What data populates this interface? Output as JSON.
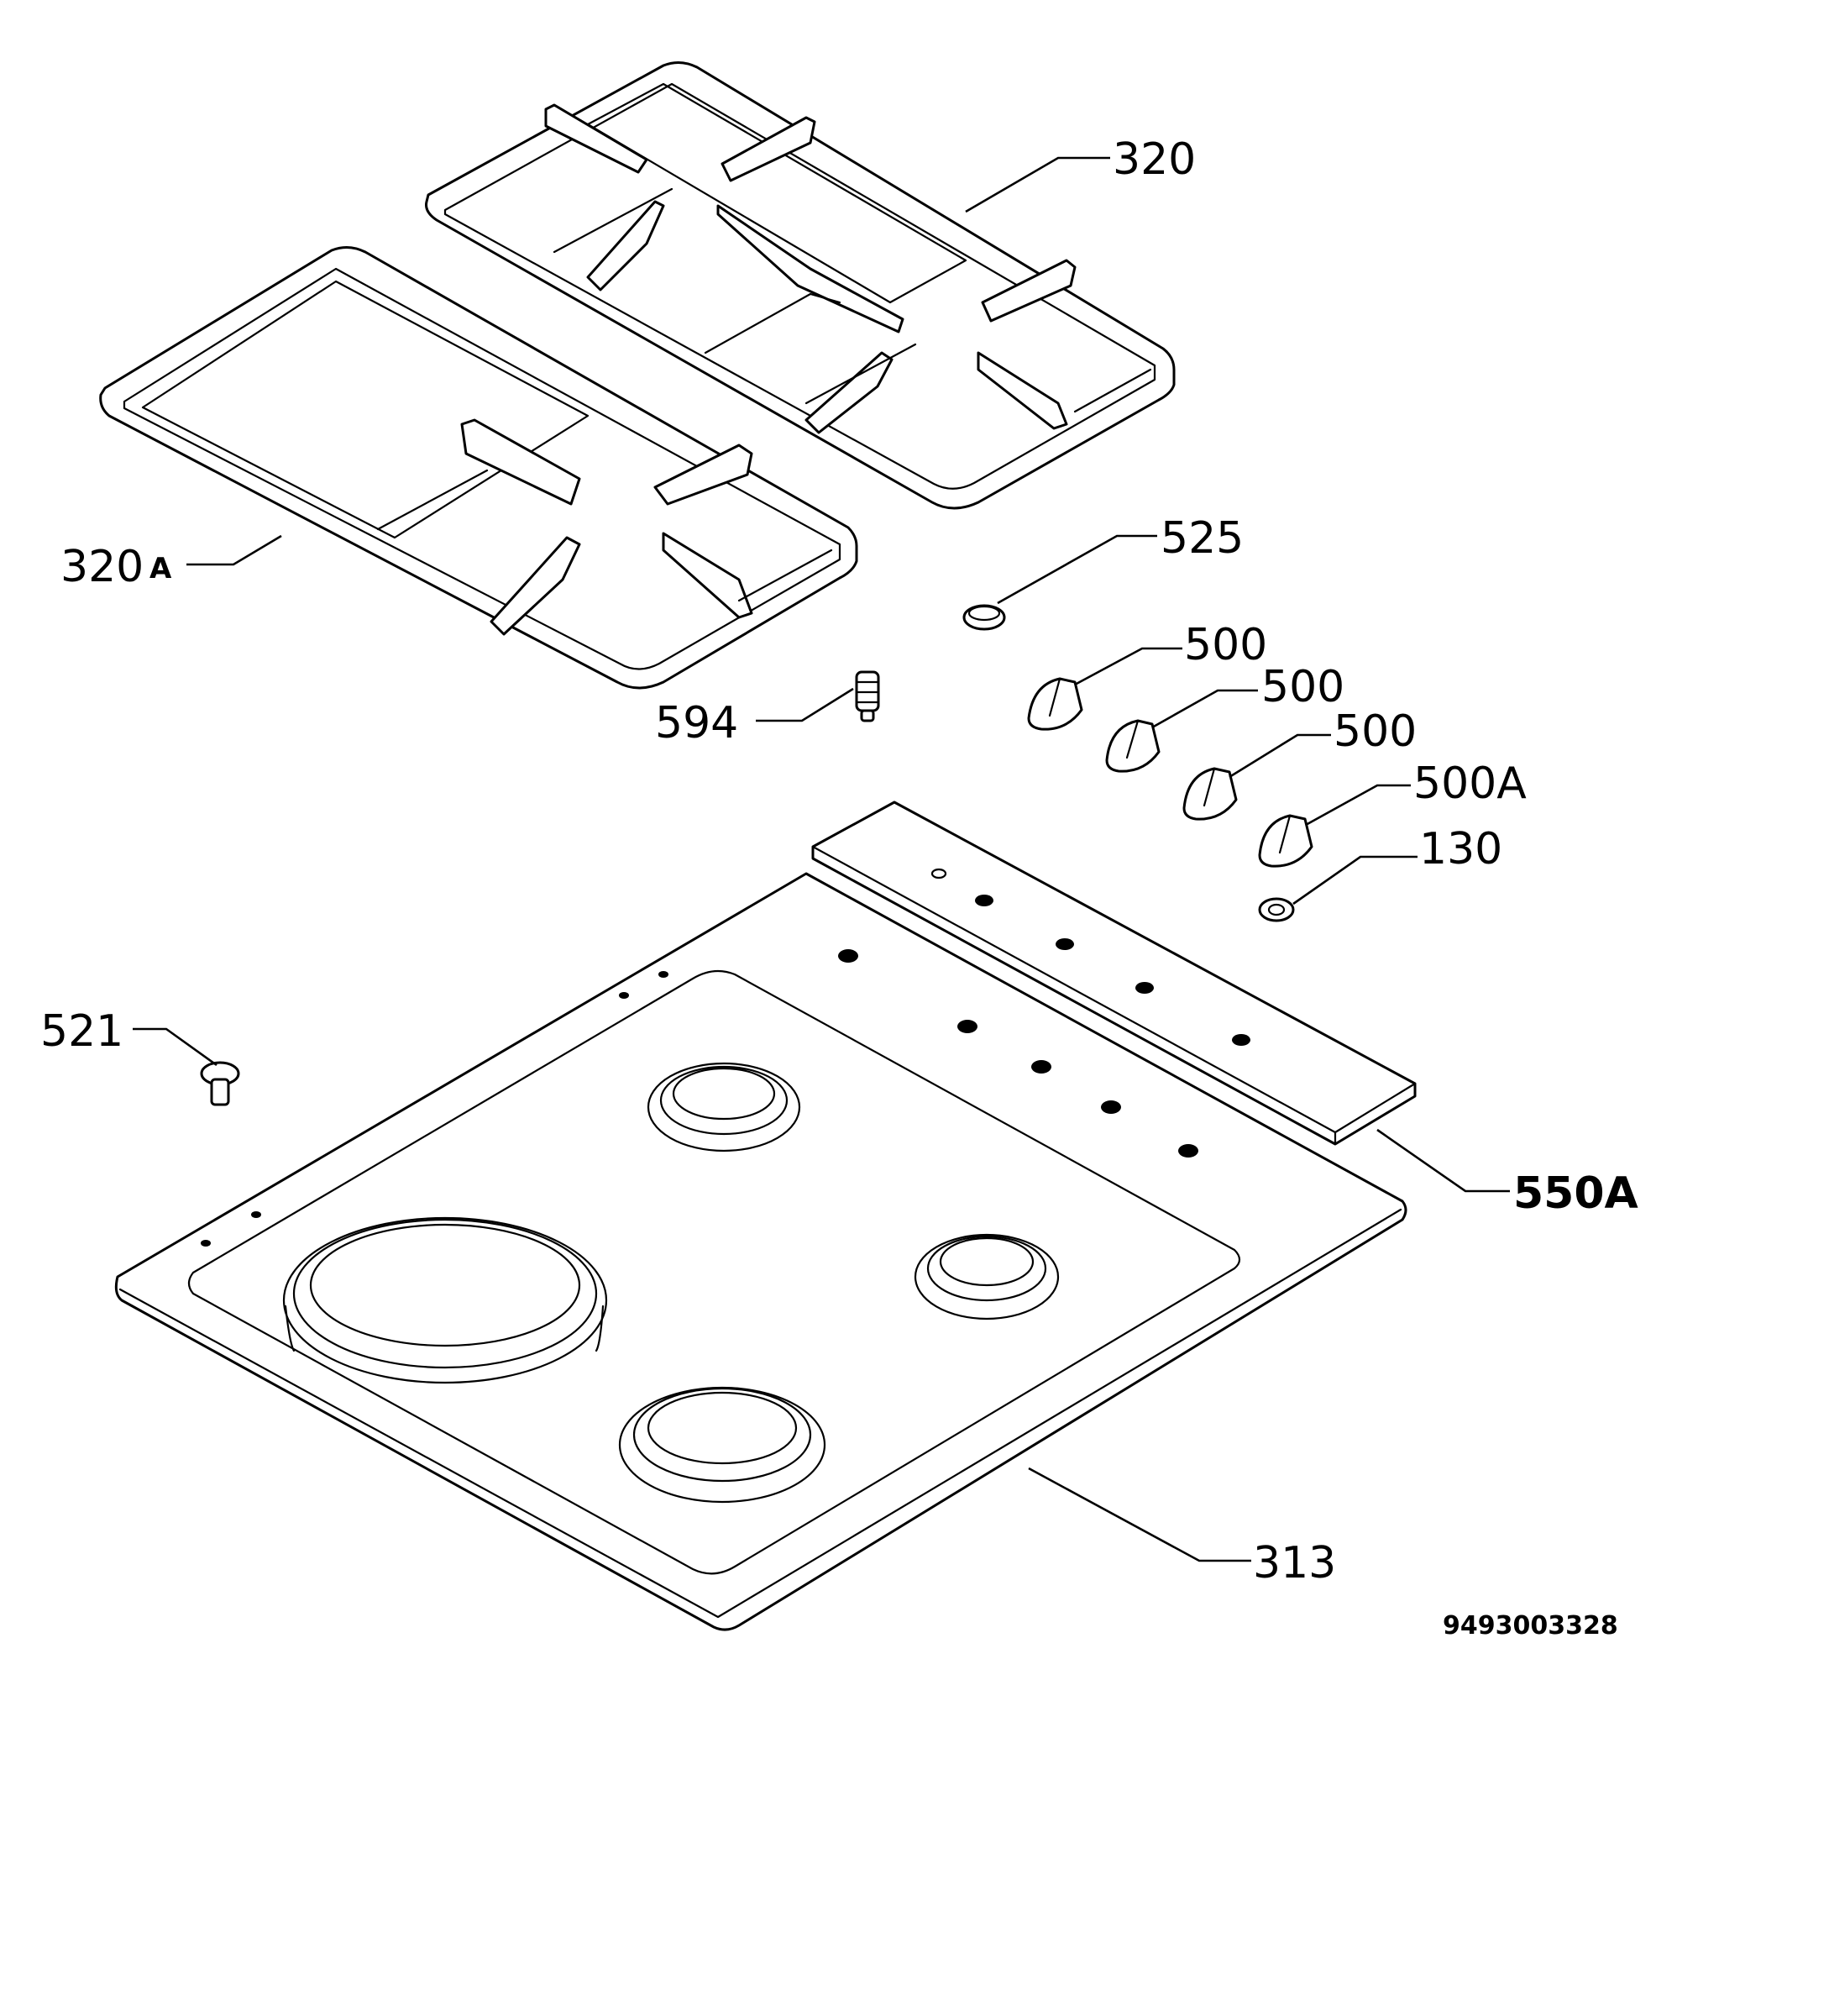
{
  "labels": {
    "p320": "320",
    "p320a_num": "320",
    "p320a_suffix": "A",
    "p525": "525",
    "p500_1": "500",
    "p500_2": "500",
    "p500_3": "500",
    "p500a": "500A",
    "p130": "130",
    "p594": "594",
    "p521": "521",
    "p550a": "550A",
    "p313": "313"
  },
  "document_id": "9493003328"
}
